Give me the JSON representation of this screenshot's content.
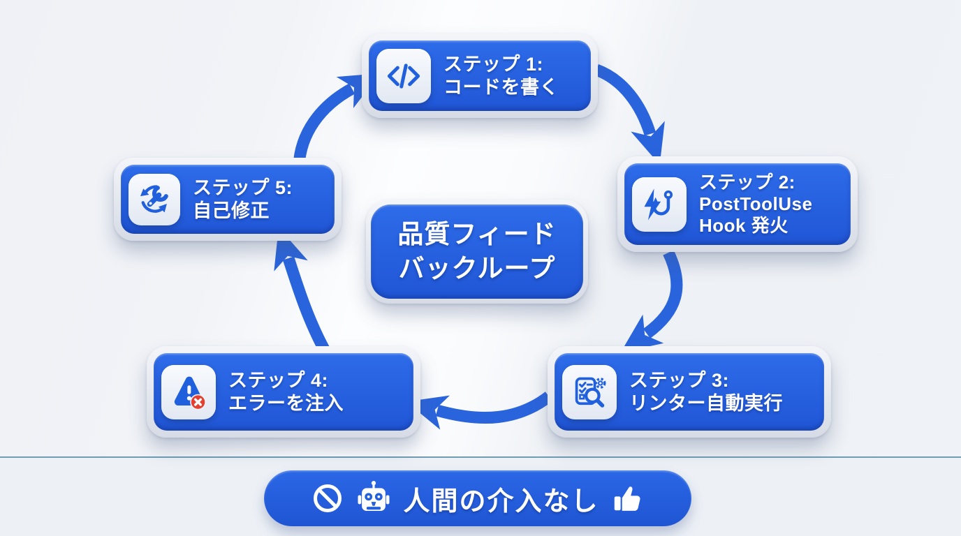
{
  "center": {
    "line1": "品質フィード",
    "line2": "バックループ"
  },
  "steps": [
    {
      "icon": "code-icon",
      "lines": [
        "ステップ 1:",
        "コードを書く"
      ]
    },
    {
      "icon": "hook-trigger-icon",
      "lines": [
        "ステップ 2:",
        "PostToolUse",
        "Hook 発火"
      ]
    },
    {
      "icon": "linter-scan-icon",
      "lines": [
        "ステップ 3:",
        "リンター自動実行"
      ]
    },
    {
      "icon": "error-inject-icon",
      "lines": [
        "ステップ 4:",
        "エラーを注入"
      ]
    },
    {
      "icon": "self-correction-icon",
      "lines": [
        "ステップ 5:",
        "自己修正"
      ]
    }
  ],
  "banner": {
    "text": "人間の介入なし",
    "icons": [
      "no-entry-icon",
      "robot-icon",
      "thumbs-up-icon"
    ]
  },
  "colors": {
    "primary_blue": "#2563e0",
    "arrow_blue": "#2a64dc",
    "icon_tile_bg": "#eef2f9",
    "badge_red": "#e5402f",
    "divider": "#6e9cb3",
    "text_white": "#ffffff"
  }
}
